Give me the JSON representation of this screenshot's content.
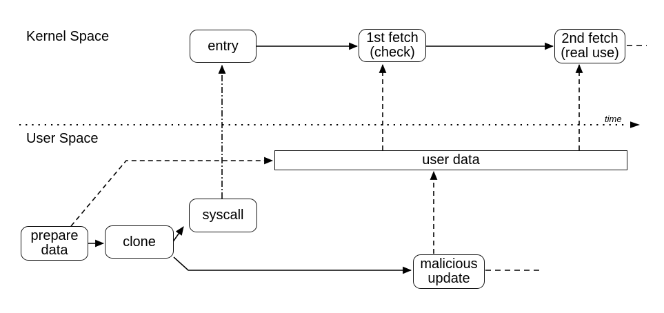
{
  "regions": {
    "kernel": "Kernel Space",
    "user": "User Space"
  },
  "time_axis": {
    "label": "time"
  },
  "nodes": {
    "entry": "entry",
    "first_fetch": "1st fetch\n(check)",
    "second_fetch": "2nd fetch\n(real use)",
    "user_data": "user data",
    "syscall": "syscall",
    "prepare_data": "prepare\ndata",
    "clone": "clone",
    "malicious_update": "malicious\nupdate"
  },
  "colors": {
    "line": "#000000",
    "box_border": "#111111",
    "background": "#ffffff"
  },
  "edges": [
    {
      "from": "entry",
      "to": "first_fetch",
      "style": "solid",
      "arrow": true
    },
    {
      "from": "first_fetch",
      "to": "second_fetch",
      "style": "solid",
      "arrow": true
    },
    {
      "from": "second_fetch",
      "to": "offscreen-right",
      "style": "dashed",
      "arrow": false
    },
    {
      "from": "syscall",
      "to": "entry",
      "style": "dash-dot",
      "arrow": true
    },
    {
      "from": "user_data",
      "to": "first_fetch",
      "style": "dashed",
      "arrow": true
    },
    {
      "from": "user_data",
      "to": "second_fetch",
      "style": "dashed",
      "arrow": true
    },
    {
      "from": "prepare_data",
      "to": "user_data",
      "style": "dashed",
      "arrow": true
    },
    {
      "from": "prepare_data",
      "to": "clone",
      "style": "solid",
      "arrow": true
    },
    {
      "from": "clone",
      "to": "syscall",
      "style": "solid",
      "arrow": true
    },
    {
      "from": "clone",
      "to": "malicious_update",
      "style": "solid",
      "arrow": true
    },
    {
      "from": "malicious_update",
      "to": "user_data",
      "style": "dashed",
      "arrow": true
    },
    {
      "from": "malicious_update",
      "to": "offscreen-right",
      "style": "dashed",
      "arrow": false
    }
  ]
}
